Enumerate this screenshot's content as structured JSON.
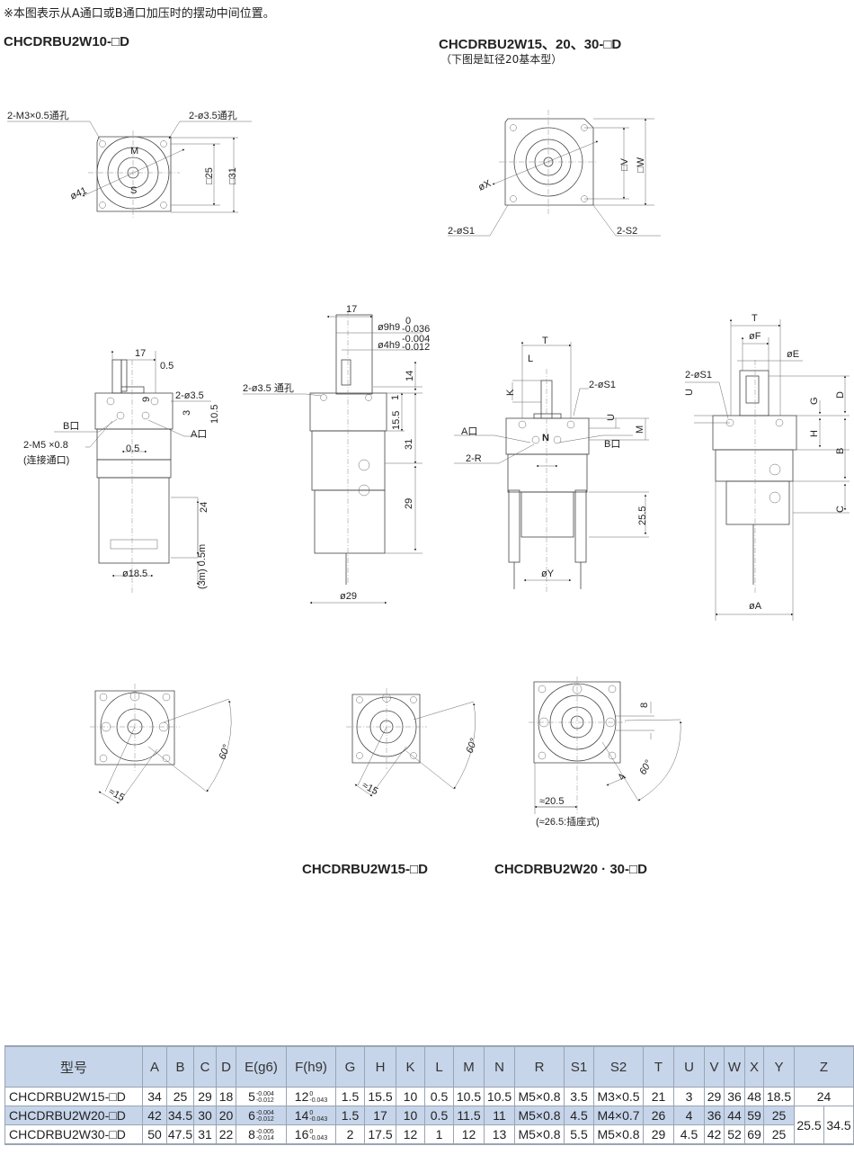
{
  "note": "※本图表示从A通口或B通口加压时的摆动中间位置。",
  "headings": {
    "w10": "CHCDRBU2W10-□D",
    "w15_30": "CHCDRBU2W15、20、30-□D",
    "w15_30_sub": "（下图是缸径20基本型）",
    "caption_w15": "CHCDRBU2W15-□D",
    "caption_w20_30": "CHCDRBU2W20 · 30-□D"
  },
  "labels": {
    "top_w10": {
      "m3": "2-M3×0.5通孔",
      "hole": "2-ø3.5通孔",
      "sq25": "□25",
      "sq31": "□31",
      "d41": "ø41",
      "m": "M",
      "s": "S"
    },
    "top_w15": {
      "v": "□V",
      "w": "□W",
      "x": "øX",
      "s1": "2-øS1",
      "s2": "2-S2"
    },
    "side_w10_a": {
      "d17": "17",
      "d05a": "0.5",
      "d9": "9",
      "hole": "2-ø3.5",
      "d3": "3",
      "d105": "10.5",
      "bport": "B口",
      "aport": "A口",
      "m5": "2-M5 ×0.8",
      "conn": "(连接通口)",
      "d05b": "0.5",
      "d24": "24",
      "d185": "ø18.5",
      "lead": "(3m) 0.5m"
    },
    "side_w10_b": {
      "d17": "17",
      "d9h9": "ø9h9",
      "d9h9_up": "0",
      "d9h9_lo": "-0.036",
      "d4h9": "ø4h9",
      "d4h9_up": "-0.004",
      "d4h9_lo": "-0.012",
      "hole": "2-ø3.5 通孔",
      "d1": "1",
      "d14": "14",
      "d155": "15.5",
      "d31": "31",
      "d29": "29",
      "d29b": "ø29"
    },
    "side_w15_a": {
      "t": "T",
      "l": "L",
      "k": "K",
      "s1": "2-øS1",
      "u": "U",
      "m": "M",
      "aport": "A口",
      "bport": "B口",
      "n": "N",
      "r": "2-R",
      "d255": "25.5",
      "y": "øY"
    },
    "side_w15_b": {
      "t": "T",
      "f": "øF",
      "e": "øE",
      "s1": "2-øS1",
      "u": "U",
      "g": "G",
      "d": "D",
      "h": "H",
      "b": "B",
      "c": "C",
      "a": "øA"
    },
    "bottom": {
      "a15": "≈15",
      "a60": "60°",
      "b15": "≈15",
      "b60": "60°",
      "c8": "8",
      "c4": "4",
      "c60": "60°",
      "c205": "≈20.5",
      "c265": "(≈26.5:插座式)"
    }
  },
  "table": {
    "headers": [
      "型号",
      "A",
      "B",
      "C",
      "D",
      "E(g6)",
      "F(h9)",
      "G",
      "H",
      "K",
      "L",
      "M",
      "N",
      "R",
      "S1",
      "S2",
      "T",
      "U",
      "V",
      "W",
      "X",
      "Y",
      "Z"
    ],
    "rows": [
      {
        "model": "CHCDRBU2W15-□D",
        "A": "34",
        "B": "25",
        "C": "29",
        "D": "18",
        "E": {
          "base": "5",
          "up": "-0.004",
          "lo": "-0.012"
        },
        "F": {
          "base": "12",
          "up": "0",
          "lo": "-0.043"
        },
        "G": "1.5",
        "H": "15.5",
        "K": "10",
        "L": "0.5",
        "M": "10.5",
        "N": "10.5",
        "R": "M5×0.8",
        "S1": "3.5",
        "S2": "M3×0.5",
        "T": "21",
        "U": "3",
        "V": "29",
        "W": "36",
        "X": "48",
        "Y": "18.5",
        "Z": "24"
      },
      {
        "model": "CHCDRBU2W20-□D",
        "A": "42",
        "B": "34.5",
        "C": "30",
        "D": "20",
        "E": {
          "base": "6",
          "up": "-0.004",
          "lo": "-0.012"
        },
        "F": {
          "base": "14",
          "up": "0",
          "lo": "-0.043"
        },
        "G": "1.5",
        "H": "17",
        "K": "10",
        "L": "0.5",
        "M": "11.5",
        "N": "11",
        "R": "M5×0.8",
        "S1": "4.5",
        "S2": "M4×0.7",
        "T": "26",
        "U": "4",
        "V": "36",
        "W": "44",
        "X": "59",
        "Y": "25",
        "Z1": "25.5",
        "Z2": "34.5"
      },
      {
        "model": "CHCDRBU2W30-□D",
        "A": "50",
        "B": "47.5",
        "C": "31",
        "D": "22",
        "E": {
          "base": "8",
          "up": "-0.005",
          "lo": "-0.014"
        },
        "F": {
          "base": "16",
          "up": "0",
          "lo": "-0.043"
        },
        "G": "2",
        "H": "17.5",
        "K": "12",
        "L": "1",
        "M": "12",
        "N": "13",
        "R": "M5×0.8",
        "S1": "5.5",
        "S2": "M5×0.8",
        "T": "29",
        "U": "4.5",
        "V": "42",
        "W": "52",
        "X": "69",
        "Y": "25"
      }
    ]
  },
  "colors": {
    "table_header": "#c6d5ea",
    "line": "#444444"
  }
}
